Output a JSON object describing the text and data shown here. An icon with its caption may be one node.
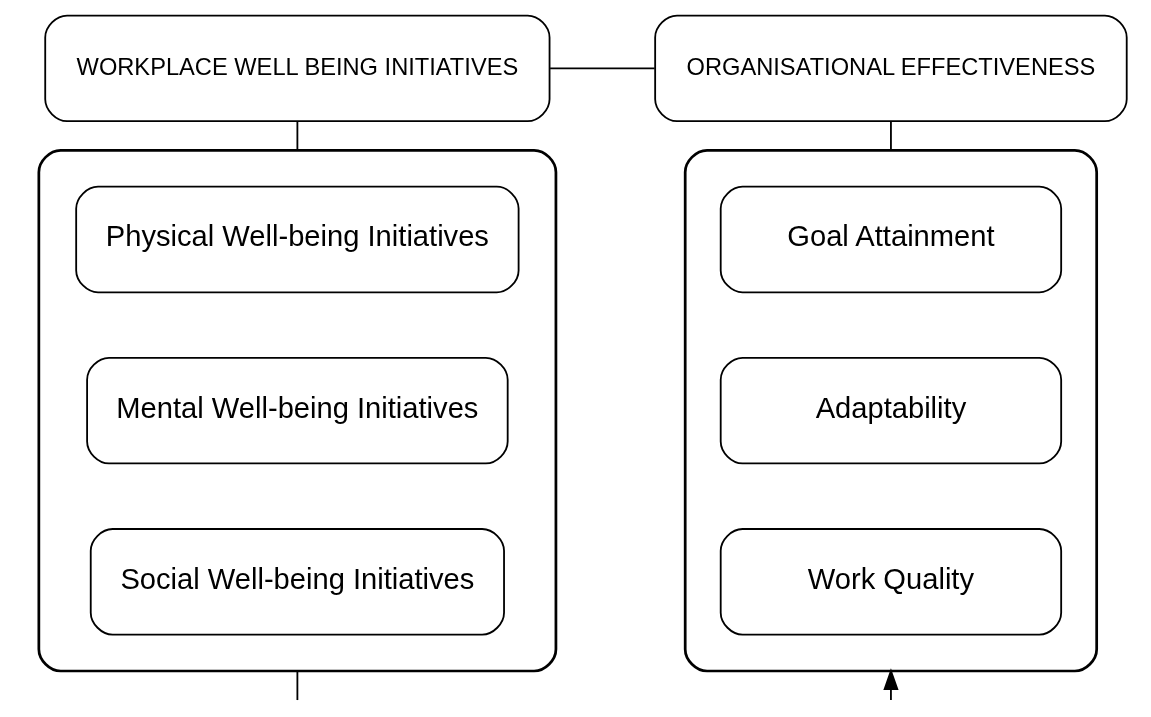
{
  "diagram": {
    "nodes": [
      {
        "text": [
          "WORKPLACE WELL BEING INITIATIVES"
        ]
      },
      {
        "text": [
          "ORGANISATIONAL EFFECTIVENESS"
        ]
      },
      {
        "text": [],
        "shape": "box"
      },
      {
        "text": [
          "Physical Well-being Initiatives"
        ],
        "in": 2
      },
      {
        "text": [
          "Mental Well-being Initiatives"
        ],
        "in": 2
      },
      {
        "text": [
          "Social Well-being Initiatives"
        ],
        "in": 2
      },
      {
        "text": [],
        "shape": "box"
      },
      {
        "text": [
          "Goal Attainment"
        ],
        "in": 6
      },
      {
        "text": [
          "Adaptability"
        ],
        "in": 6
      },
      {
        "text": [
          "Work Quality"
        ],
        "in": 6
      }
    ],
    "edges": [
      {
        "from": 0,
        "to": 1,
        "arrow": "none"
      },
      {
        "from": 0,
        "to": 2,
        "arrow": "none"
      },
      {
        "from": 1,
        "to": 6,
        "arrow": "none"
      },
      {
        "from": 2,
        "to": null,
        "arrow": "none"
      },
      {
        "from": null,
        "to": 6,
        "arrow": "to"
      }
    ]
  }
}
